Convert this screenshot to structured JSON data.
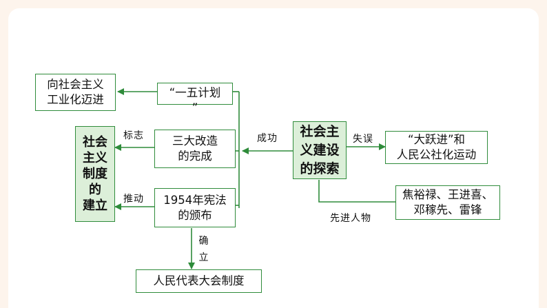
{
  "nodes": {
    "industrialization": "向社会主义\n工业化迈进",
    "five_year_plan": "“一五计划\n”",
    "three_reforms": "三大改造\n的完成",
    "constitution_1954": "1954年宪法\n的颁布",
    "npc_system": "人民代表大会制度",
    "establishment": "社会\n主义\n制度\n的\n建立",
    "exploration": "社会主\n义建设\n的探索",
    "great_leap": "“大跃进”和\n人民公社化运动",
    "models": "焦裕禄、王进喜、\n邓稼先、雷锋"
  },
  "edge_labels": {
    "success": "成功",
    "mistake": "失误",
    "marker": "标志",
    "promote": "推动",
    "establish": "确\n立",
    "pioneers": "先进人物"
  },
  "colors": {
    "line": "#2e8b3a",
    "highlight_fill": "#dcefd9",
    "page_bg": "#fdf4ec"
  }
}
